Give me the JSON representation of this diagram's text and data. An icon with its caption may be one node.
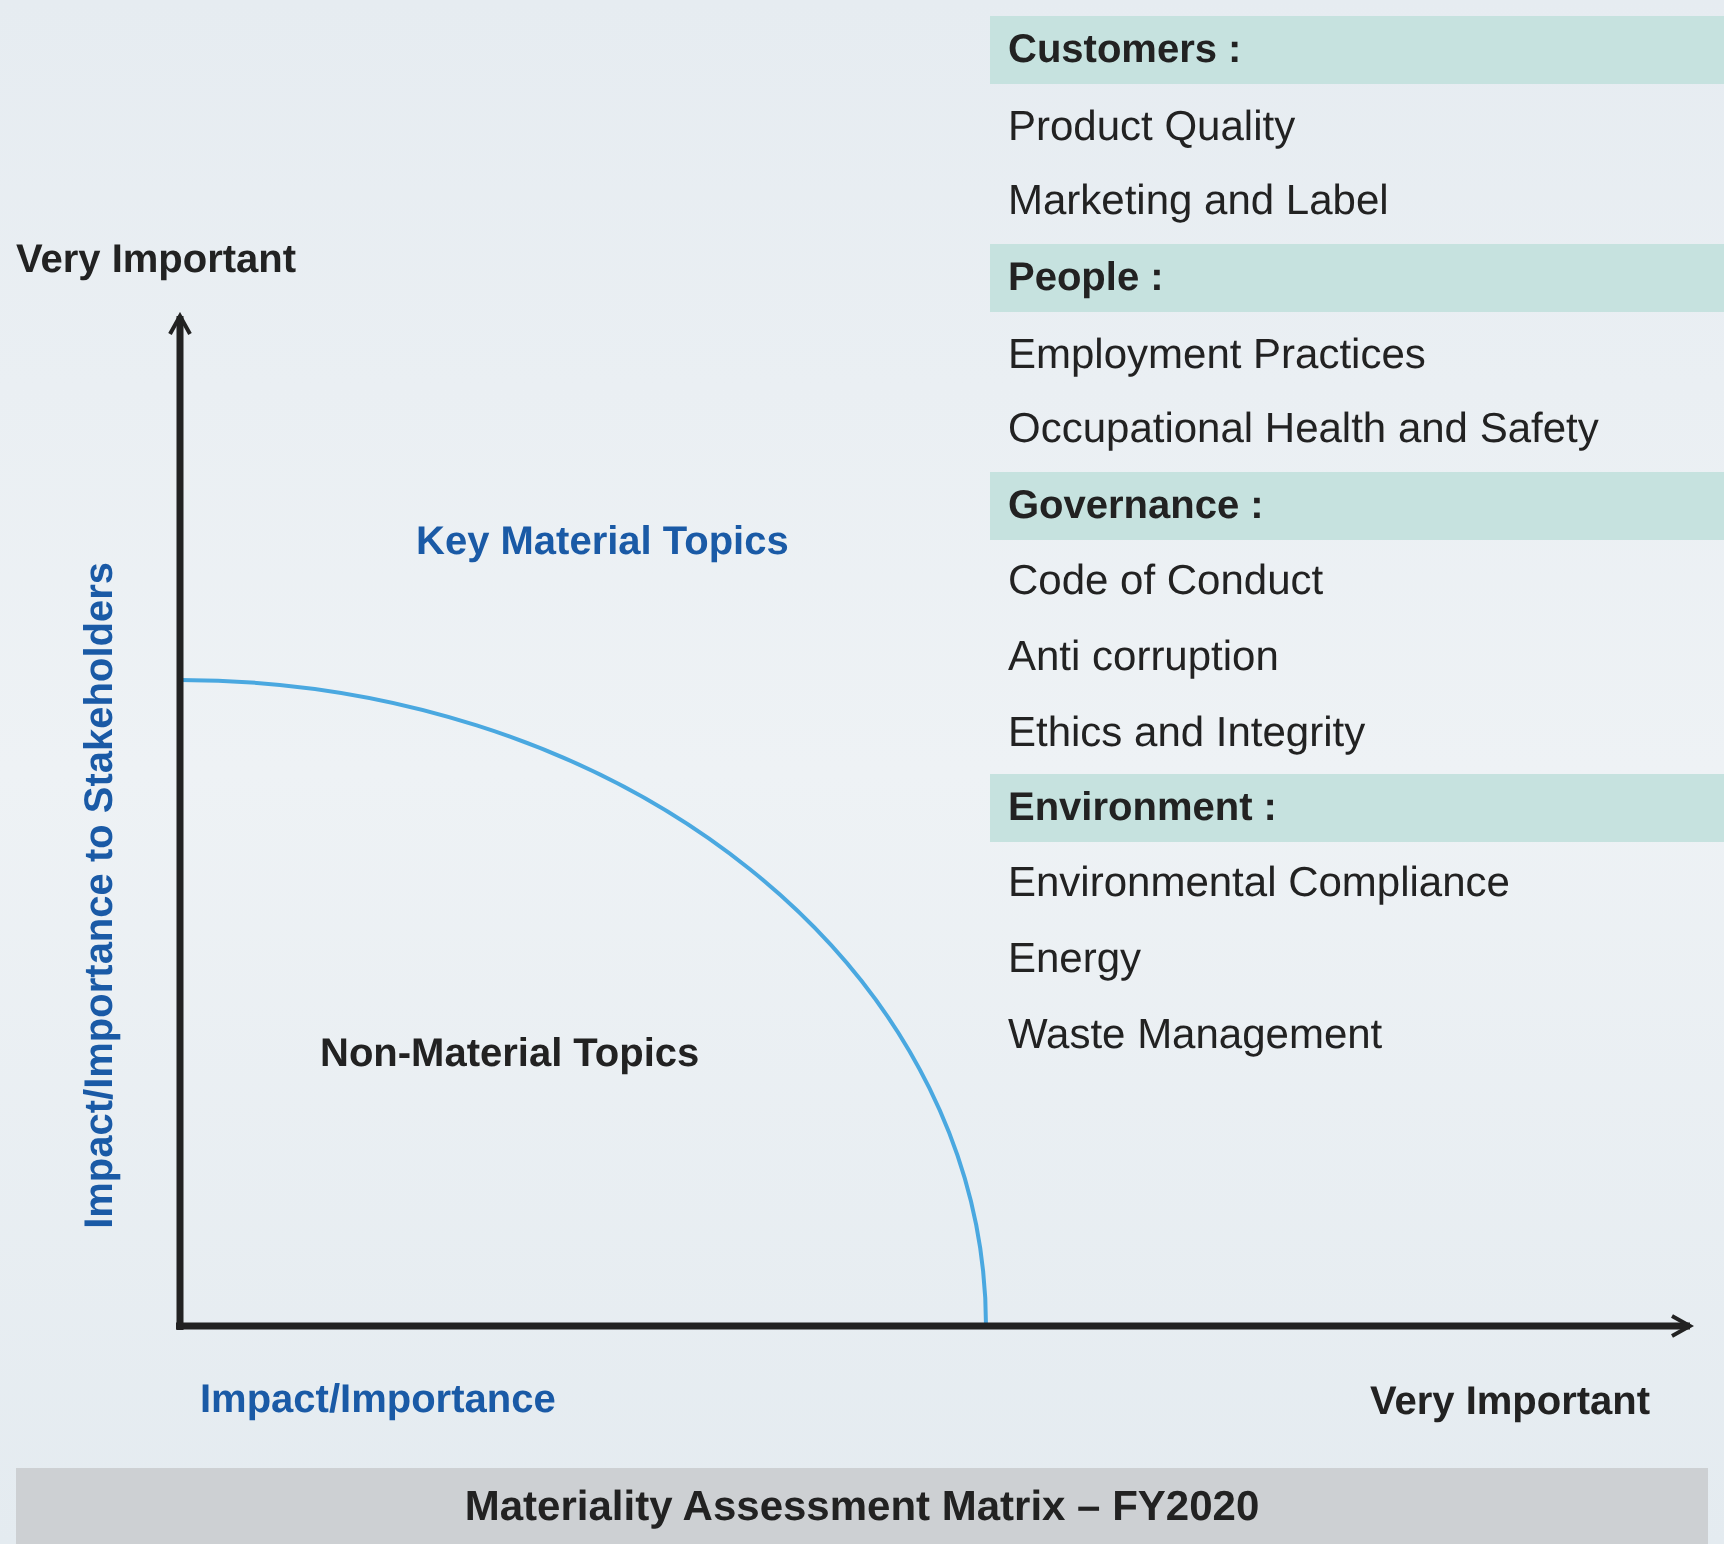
{
  "diagram": {
    "caption": "Materiality Assessment Matrix – FY2020",
    "nodes": [
      {
        "text": [
          "Customers :"
        ]
      },
      {
        "text": [
          "People :"
        ]
      },
      {
        "text": [
          "Governance :"
        ]
      },
      {
        "text": [
          "Environment :"
        ]
      }
    ],
    "labels": [
      "Very Important",
      "Product Quality",
      "Marketing and Label",
      "Employment Practices",
      "Occupational Health and Safety",
      "Code of Conduct",
      "Anti corruption",
      "Ethics and Integrity",
      "Environmental Compliance",
      "Energy",
      "Waste Management",
      "Key Material Topics",
      "Impact/Importance to Stakeholders",
      "Non-Material Topics",
      "Impact/Importance",
      "Very Important"
    ]
  }
}
